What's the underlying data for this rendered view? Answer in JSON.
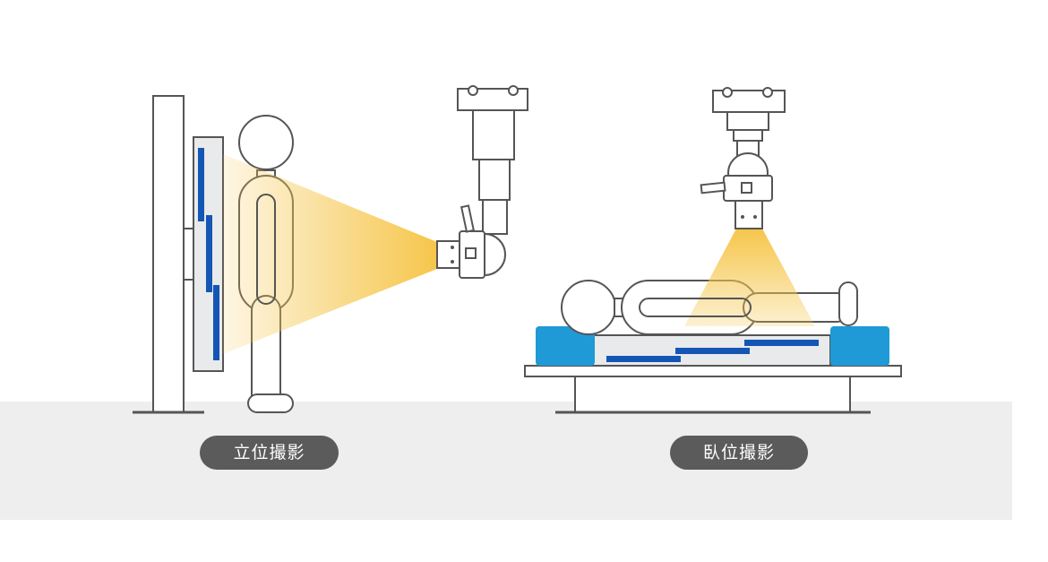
{
  "labels": {
    "standing": "立位撮影",
    "lying": "臥位撮影"
  },
  "colors": {
    "background_top": "#ffffff",
    "background_floor": "#eeeeee",
    "outline": "#555555",
    "detector_blue": "#1456b4",
    "cushion_blue": "#1f9ad6",
    "beam_yellow": "#f6c64b",
    "label_bg": "#5b5b5b",
    "label_text": "#ffffff"
  },
  "icons": {
    "standing_scene": "standing-radiography-illustration",
    "lying_scene": "lying-radiography-illustration",
    "xray_tube": "xray-tube-arm-icon",
    "detector_panel": "flat-panel-detector-icon",
    "human_figure": "human-figure-icon",
    "xray_beam": "xray-beam-icon"
  }
}
